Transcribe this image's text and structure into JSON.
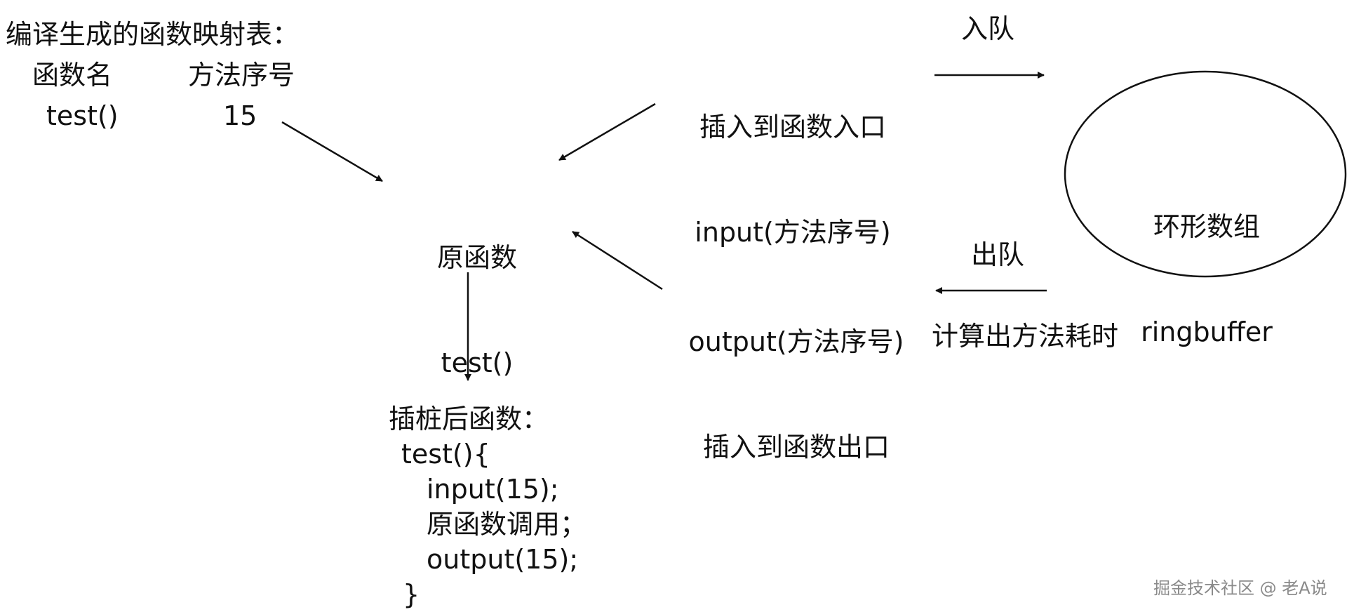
{
  "mapping_table": {
    "title": "编译生成的函数映射表：",
    "col_name_header": "函数名",
    "col_index_header": "方法序号",
    "row_name": "test()",
    "row_index": "15"
  },
  "original_function": {
    "line1": "原函数",
    "line2": "test()"
  },
  "entry_insert": {
    "line1": "插入到函数入口",
    "line2": "input(方法序号)"
  },
  "exit_insert": {
    "line1": "output(方法序号)",
    "line2": "插入到函数出口"
  },
  "enqueue_label": "入队",
  "dequeue_label": "出队",
  "ringbuffer": {
    "line1": "环形数组",
    "line2": "ringbuffer"
  },
  "compute_label": "计算出方法耗时",
  "instrumented": {
    "title": "插桩后函数：",
    "line1": "test(){",
    "line2": "input(15);",
    "line3": "原函数调用；",
    "line4": "output(15);",
    "line5": "}"
  },
  "watermark": "掘金技术社区 @ 老A说"
}
